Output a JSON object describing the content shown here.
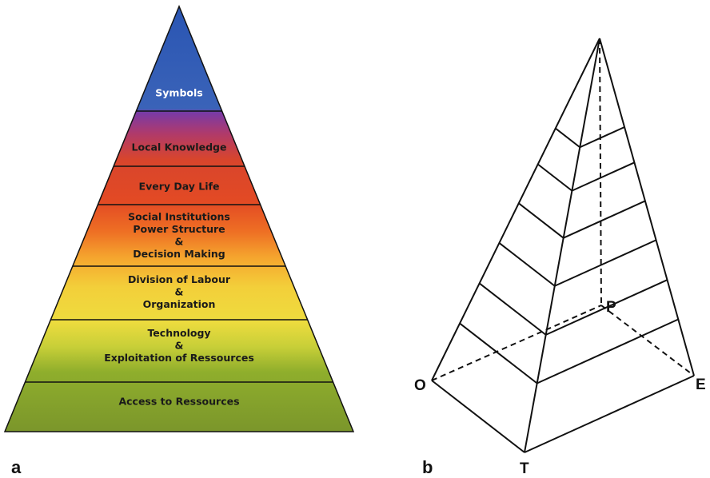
{
  "panels": {
    "a": {
      "letter": "a",
      "layers": [
        {
          "lines": [
            "Symbols"
          ],
          "light": true
        },
        {
          "lines": [
            "Local Knowledge"
          ]
        },
        {
          "lines": [
            "Every Day Life"
          ]
        },
        {
          "lines": [
            "Social Institutions",
            "Power Structure",
            "&",
            "Decision Making"
          ]
        },
        {
          "lines": [
            "Division of Labour",
            "&",
            "Organization"
          ]
        },
        {
          "lines": [
            "Technology",
            "&",
            "Exploitation of Ressources"
          ]
        },
        {
          "lines": [
            "Access to Ressources"
          ]
        }
      ]
    },
    "b": {
      "letter": "b",
      "vertices": {
        "P": "P",
        "O": "O",
        "E": "E",
        "T": "T"
      }
    }
  },
  "colors": {
    "symbols": "#2b5fb8",
    "purple": "#8a3aa8",
    "red": "#d94a2a",
    "orange": "#f08a2a",
    "yellow": "#f0d43a",
    "olive": "#7c9a2a",
    "lines": "#111111"
  }
}
